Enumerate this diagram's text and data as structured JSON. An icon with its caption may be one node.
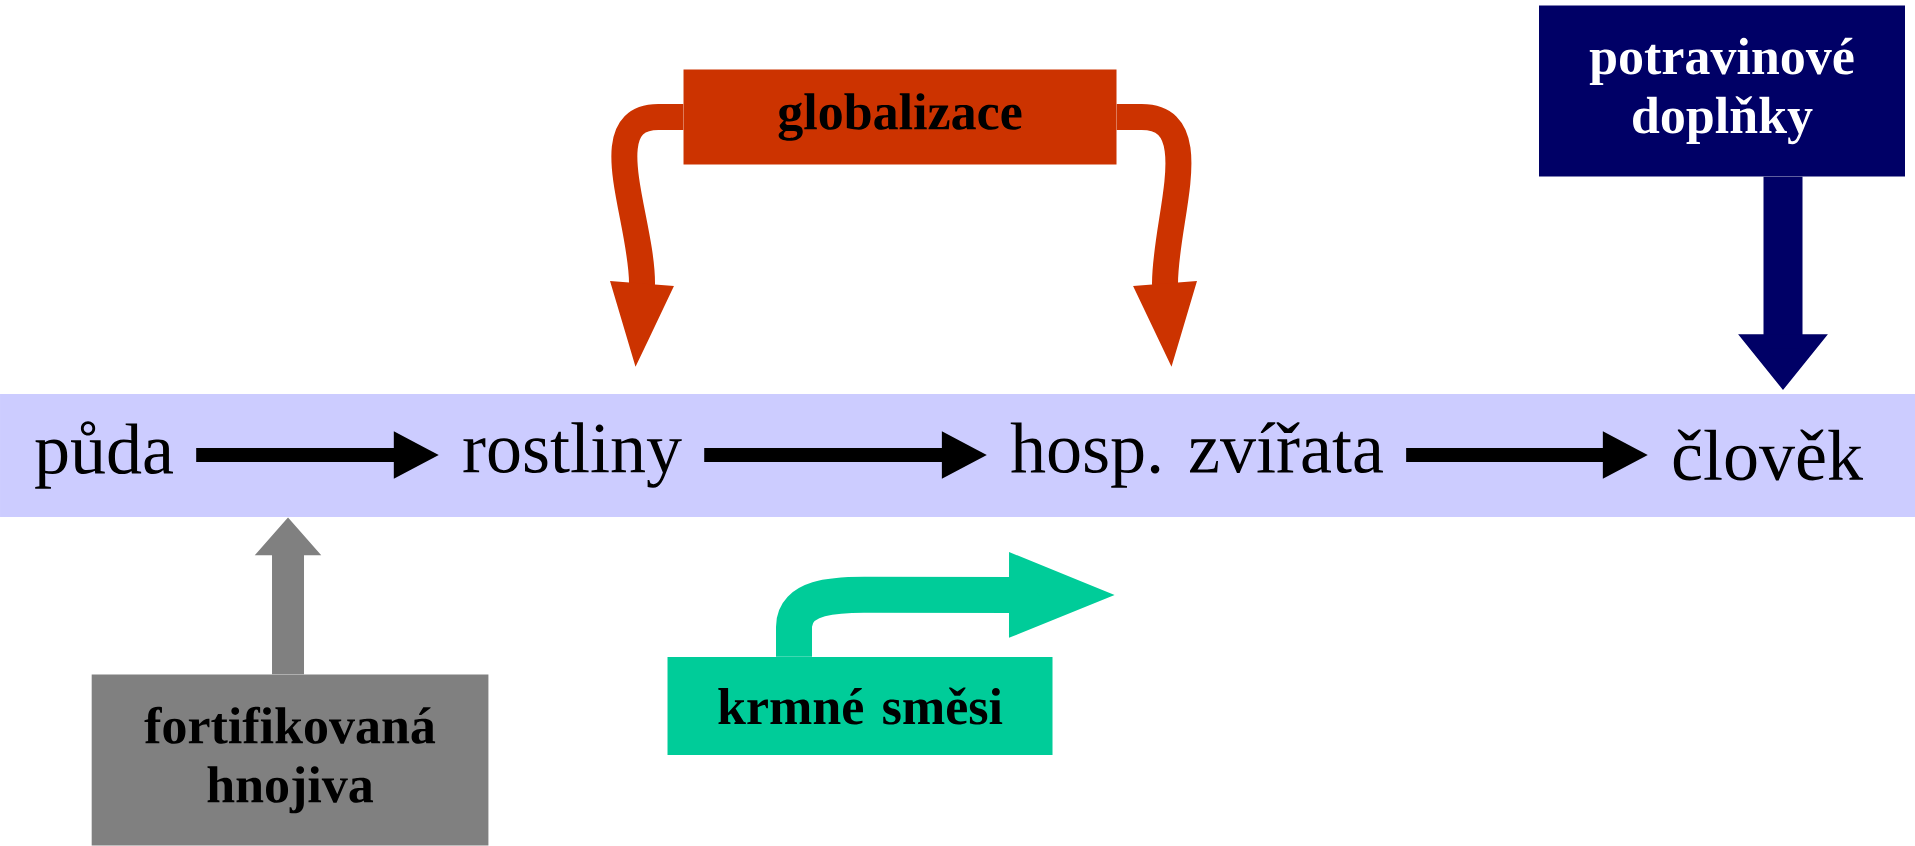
{
  "diagram": {
    "nodes": [
      {
        "text": [],
        "shape": "bar"
      },
      {
        "text": [
          "půda"
        ],
        "in": 0
      },
      {
        "text": [
          "rostliny"
        ],
        "in": 0
      },
      {
        "text": [
          "hosp. zvířata"
        ],
        "in": 0
      },
      {
        "text": [
          "člověk"
        ],
        "in": 0
      },
      {
        "text": [
          "globalizace"
        ]
      },
      {
        "text": [
          "potravinové doplňky"
        ]
      },
      {
        "text": [
          "fortifikovaná hnojiva"
        ]
      },
      {
        "text": [
          "krmné směsi"
        ]
      }
    ],
    "edges": [
      {
        "from": 1,
        "to": 2,
        "arrow": "to"
      },
      {
        "from": 2,
        "to": 3,
        "arrow": "to"
      },
      {
        "from": 3,
        "to": 4,
        "arrow": "to"
      },
      {
        "from": 5,
        "to": 2,
        "arrow": "to",
        "color": "#cc3300"
      },
      {
        "from": 5,
        "to": 3,
        "arrow": "to",
        "color": "#cc3300"
      },
      {
        "from": 6,
        "to": 4,
        "arrow": "to",
        "color": "#000066"
      },
      {
        "from": 7,
        "to": 0,
        "arrow": "to",
        "color": "#808080"
      },
      {
        "from": 8,
        "to": null,
        "arrow": "to",
        "color": "#00cc99"
      }
    ]
  }
}
